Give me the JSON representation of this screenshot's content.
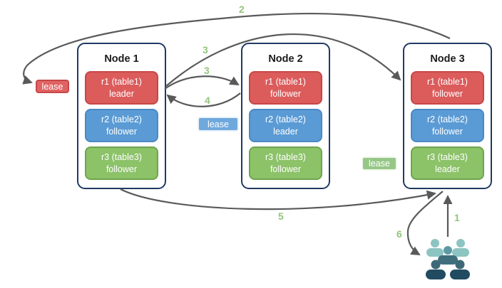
{
  "colors": {
    "node-border": "#1f3a63",
    "arrow": "#595959",
    "step": "#93c47d",
    "red-fill": "#dc5c5c",
    "red-border": "#c64747",
    "blue-fill": "#5b9bd5",
    "blue-border": "#4a89c4",
    "green-fill": "#8cc268",
    "green-border": "#6fa54e",
    "lease-red-fill": "#e06262",
    "lease-red-border": "#c64747",
    "lease-blue-fill": "#6fa8dc",
    "lease-green-fill": "#97c787",
    "people-light": "#8cc4c1",
    "people-mid-head": "#5e99a3",
    "people-mid-body": "#406e7d",
    "people-dark-head": "#3e6878",
    "people-dark-body": "#214b60"
  },
  "nodes": [
    {
      "title": "Node 1",
      "replicas": [
        {
          "range": "r1 (table1)",
          "role": "leader",
          "color": "red"
        },
        {
          "range": "r2 (table2)",
          "role": "follower",
          "color": "blue"
        },
        {
          "range": "r3 (table3)",
          "role": "follower",
          "color": "green"
        }
      ]
    },
    {
      "title": "Node 2",
      "replicas": [
        {
          "range": "r1 (table1)",
          "role": "follower",
          "color": "red"
        },
        {
          "range": "r2 (table2)",
          "role": "leader",
          "color": "blue"
        },
        {
          "range": "r3 (table3)",
          "role": "follower",
          "color": "green"
        }
      ]
    },
    {
      "title": "Node 3",
      "replicas": [
        {
          "range": "r1 (table1)",
          "role": "follower",
          "color": "red"
        },
        {
          "range": "r2 (table2)",
          "role": "follower",
          "color": "blue"
        },
        {
          "range": "r3 (table3)",
          "role": "leader",
          "color": "green"
        }
      ]
    }
  ],
  "leases": [
    {
      "label": "lease",
      "color": "red"
    },
    {
      "label": "lease",
      "color": "blue"
    },
    {
      "label": "lease",
      "color": "green"
    }
  ],
  "steps": {
    "s1": "1",
    "s2": "2",
    "s3a": "3",
    "s3b": "3",
    "s4": "4",
    "s5": "5",
    "s6": "6"
  },
  "icons": {
    "users": "users-group-icon"
  }
}
